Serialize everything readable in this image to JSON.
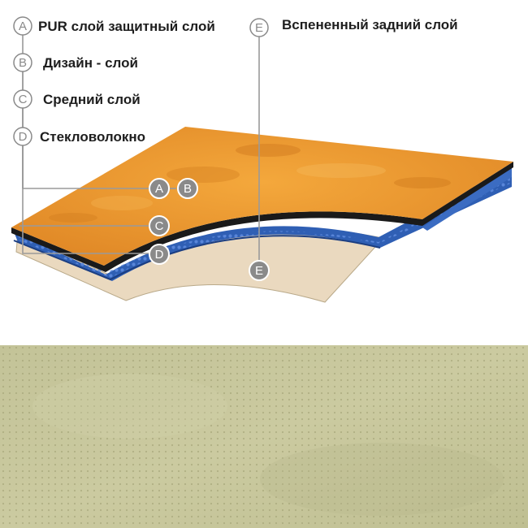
{
  "legend": [
    {
      "letter": "A",
      "label": "PUR слой защитный слой"
    },
    {
      "letter": "B",
      "label": "Дизайн - слой"
    },
    {
      "letter": "C",
      "label": "Средний слой"
    },
    {
      "letter": "D",
      "label": "Стекловолокно"
    },
    {
      "letter": "E",
      "label": "Вспененный задний слой"
    }
  ],
  "colors": {
    "design_layer": "#e8952f",
    "blue_layer": "#2f5fb4",
    "backing_layer": "#ead9bf",
    "swatch": "#c6c69a",
    "connector": "#9a9a9a",
    "marker_fill": "#8a8a8a"
  }
}
